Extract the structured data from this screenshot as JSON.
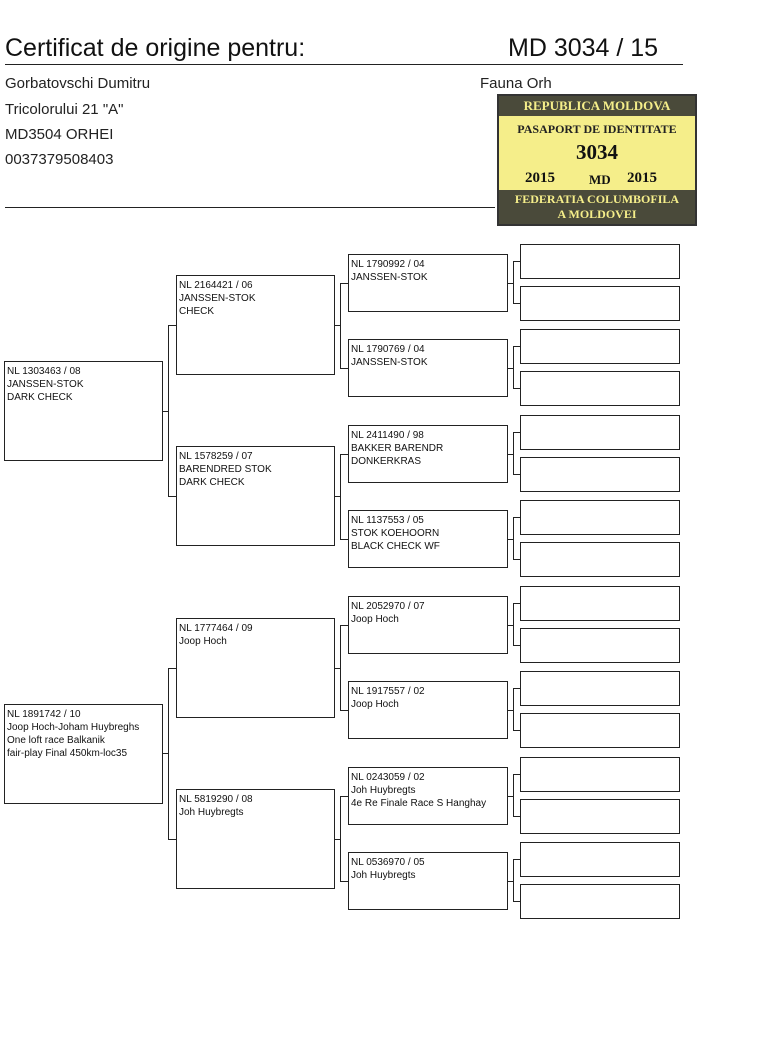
{
  "header": {
    "title": "Certificat de origine pentru:",
    "certificate_number": "MD 3034 / 15",
    "owner": {
      "name": "Gorbatovschi Dumitru",
      "address": "Tricolorului 21 \"A\"",
      "city": "MD3504 ORHEI",
      "phone": "0037379508403"
    },
    "loft_name": "Fauna Orh"
  },
  "stamp": {
    "country": "REPUBLICA MOLDOVA",
    "document": "PASAPORT DE IDENTITATE",
    "number": "3034",
    "year_left": "2015",
    "code": "MD",
    "year_right": "2015",
    "federation_line1": "FEDERATIA COLUMBOFILA",
    "federation_line2": "A MOLDOVEI"
  },
  "pedigree": {
    "sire": {
      "ring": "NL 1303463 / 08",
      "line1": "JANSSEN-STOK",
      "line2": "DARK CHECK",
      "line3": ""
    },
    "dam": {
      "ring": "NL 1891742 / 10",
      "line1": "Joop Hoch-Joham Huybreghs",
      "line2": "One loft race Balkanik",
      "line3": "fair-play Final 450km-loc35"
    },
    "ss": {
      "ring": "NL 2164421  / 06",
      "line1": "JANSSEN-STOK",
      "line2": "CHECK"
    },
    "sd": {
      "ring": "NL 1578259 / 07",
      "line1": "BARENDRED STOK",
      "line2": "DARK CHECK"
    },
    "ds": {
      "ring": "NL 1777464 / 09",
      "line1": "Joop Hoch",
      "line2": ""
    },
    "dd": {
      "ring": "NL 5819290 / 08",
      "line1": "Joh Huybregts",
      "line2": ""
    },
    "sss": {
      "ring": "NL 1790992 / 04",
      "line1": "JANSSEN-STOK",
      "line2": ""
    },
    "ssd": {
      "ring": "NL 1790769 / 04",
      "line1": "JANSSEN-STOK",
      "line2": ""
    },
    "sds": {
      "ring": "NL 2411490 / 98",
      "line1": "BAKKER BARENDR",
      "line2": "DONKERKRAS"
    },
    "sdd": {
      "ring": "NL 1137553 / 05",
      "line1": "STOK KOEHOORN",
      "line2": "BLACK CHECK WF"
    },
    "dss": {
      "ring": "NL 2052970 / 07",
      "line1": "Joop Hoch",
      "line2": ""
    },
    "dsd": {
      "ring": "NL 1917557 / 02",
      "line1": "Joop Hoch",
      "line2": ""
    },
    "dds": {
      "ring": "NL 0243059 / 02",
      "line1": "Joh Huybregts",
      "line2": "4e Re Finale Race S Hanghay"
    },
    "ddd": {
      "ring": "NL 0536970 / 05",
      "line1": "Joh Huybregts",
      "line2": ""
    }
  }
}
